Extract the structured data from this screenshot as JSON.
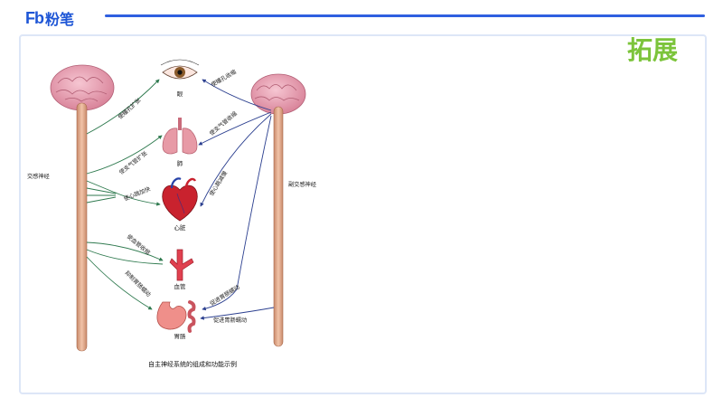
{
  "brand": {
    "mark": "Fb",
    "name": "粉笔"
  },
  "tag": "拓展",
  "diagram": {
    "caption": "自主神经系统的组成和功能示例",
    "left_nerve": "交感神经",
    "right_nerve": "副交感神经",
    "organs": {
      "eye": "眼",
      "lung": "肺",
      "heart": "心脏",
      "vessel": "血管",
      "gut": "胃肠"
    },
    "sympathetic": {
      "pupil": "使瞳孔扩张",
      "bronchus": "使支气管扩张",
      "heart": "使心跳加快",
      "vessel": "使血管收缩",
      "gut": "抑制胃肠蠕动"
    },
    "parasympathetic": {
      "pupil": "使瞳孔收缩",
      "bronchus": "使支气管收缩",
      "heart": "使心跳减慢",
      "gut1": "促进胃肠蠕动",
      "gut2": "促进胃肠蠕动"
    }
  }
}
